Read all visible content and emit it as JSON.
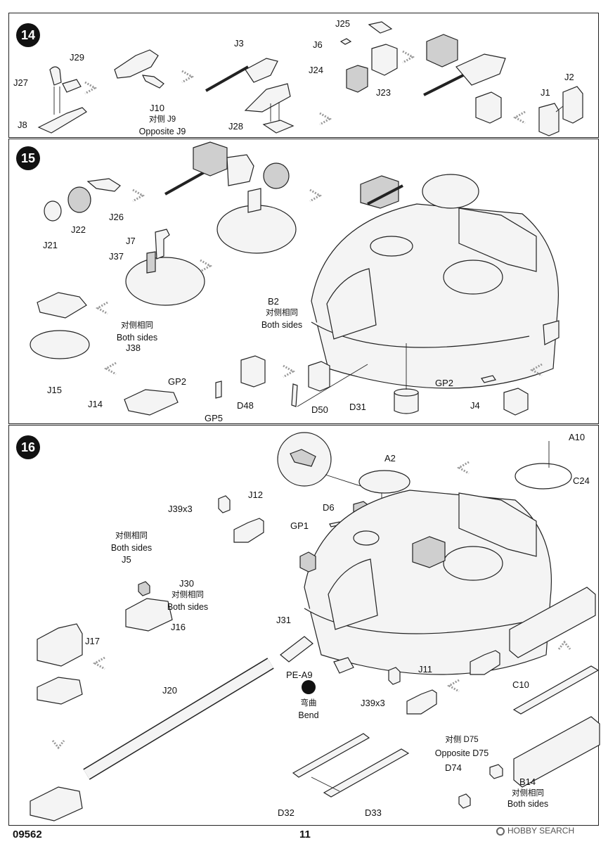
{
  "steps": {
    "s14": {
      "number": "14",
      "labels": {
        "J27": "J27",
        "J29": "J29",
        "J8": "J8",
        "J10": "J10",
        "J10_note_cn": "对侧 J9",
        "J10_note_en": "Opposite J9",
        "J3": "J3",
        "J28": "J28",
        "J25": "J25",
        "J6": "J6",
        "J24": "J24",
        "J23": "J23",
        "J1": "J1",
        "J2": "J2"
      }
    },
    "s15": {
      "number": "15",
      "labels": {
        "J21": "J21",
        "J22": "J22",
        "J26": "J26",
        "J7": "J7",
        "J37": "J37",
        "J15": "J15",
        "both_cn": "对侧相同",
        "both_en": "Both sides",
        "J38": "J38",
        "GP2": "GP2",
        "J14": "J14",
        "GP5": "GP5",
        "D48": "D48",
        "D50": "D50",
        "B2": "B2",
        "B2_cn": "对侧相同",
        "B2_en": "Both sides",
        "D31": "D31",
        "GP2b": "GP2",
        "J4": "J4"
      }
    },
    "s16": {
      "number": "16",
      "labels": {
        "A10": "A10",
        "A2": "A2",
        "C24": "C24",
        "D6": "D6",
        "GP1": "GP1",
        "J39x3a": "J39x3",
        "J12": "J12",
        "both_cn": "对侧相同",
        "both_en": "Both sides",
        "J5": "J5",
        "J30": "J30",
        "J30_cn": "对侧相同",
        "J30_en": "Both sides",
        "J16": "J16",
        "J17": "J17",
        "J31": "J31",
        "J20": "J20",
        "PEA9": "PE-A9",
        "bend_cn": "弯曲",
        "bend_en": "Bend",
        "J11": "J11",
        "J39x3b": "J39x3",
        "C10": "C10",
        "D75_cn": "对侧  D75",
        "D75_en": "Opposite D75",
        "D74": "D74",
        "B14": "B14",
        "B14_cn": "对侧相同",
        "B14_en": "Both sides",
        "D32": "D32",
        "D33": "D33"
      }
    }
  },
  "footer": {
    "code": "09562",
    "page": "11",
    "logo_text": "HOBBY SEARCH"
  }
}
